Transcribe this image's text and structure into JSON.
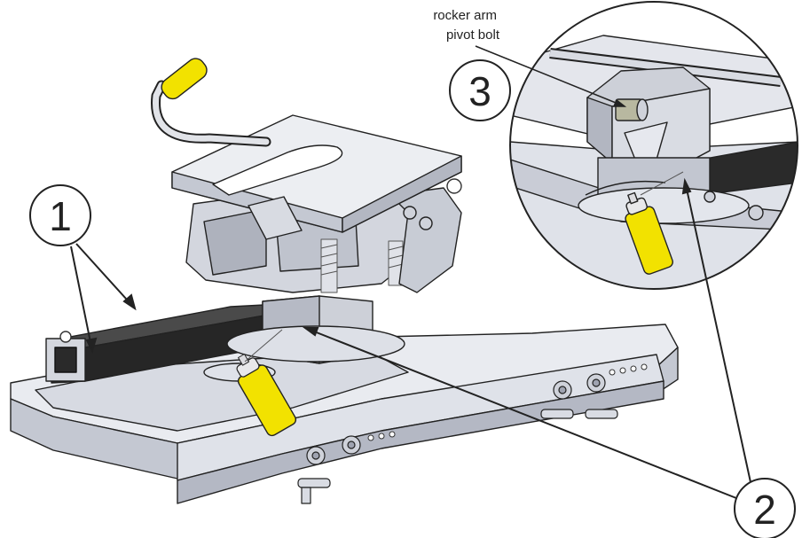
{
  "labels": {
    "callout_1": "1",
    "callout_2": "2",
    "callout_3": "3",
    "rocker_line1": "rocker arm",
    "rocker_line2": "pivot bolt"
  },
  "colors": {
    "metal_light": "#e6e8ee",
    "metal_mid": "#c9ccd6",
    "metal_dark": "#9fa3b0",
    "rail_dark": "#2c2c2c",
    "grease_yellow": "#f2e200",
    "outline": "#222222"
  }
}
